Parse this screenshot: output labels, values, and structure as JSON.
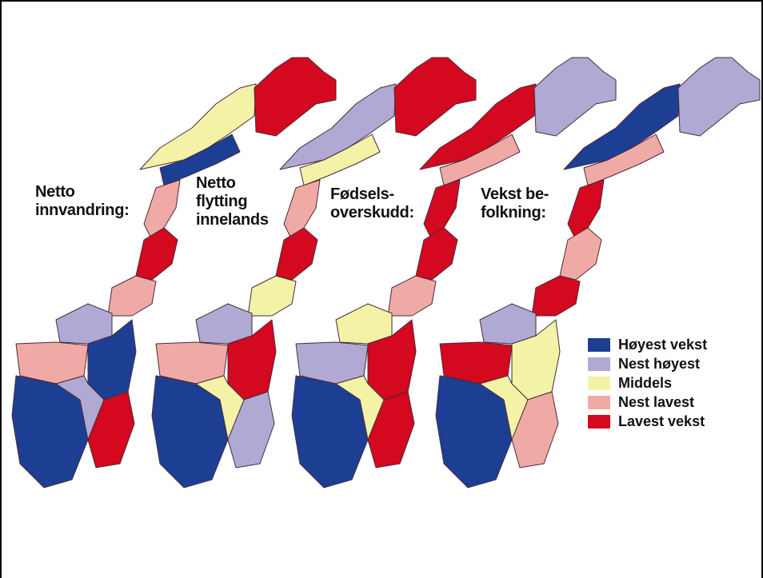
{
  "colors": {
    "highest": "#1c3f94",
    "next_highest": "#b0a9d3",
    "middle": "#f4f2a6",
    "next_lowest": "#f0aaa5",
    "lowest": "#d4081e",
    "background": "#ffffff"
  },
  "maps": [
    {
      "label": "Netto\ninnvandring:",
      "fill_pattern": [
        "middle",
        "lowest",
        "highest",
        "next_lowest",
        "lowest",
        "next_lowest",
        "next_highest",
        "highest",
        "next_lowest",
        "lowest",
        "highest",
        "next_highest"
      ]
    },
    {
      "label": "Netto\nflytting\ninnelands",
      "fill_pattern": [
        "next_highest",
        "lowest",
        "middle",
        "next_lowest",
        "lowest",
        "middle",
        "next_highest",
        "lowest",
        "next_lowest",
        "next_highest",
        "highest",
        "middle"
      ]
    },
    {
      "label": "Fødsels-\noverskudd:",
      "fill_pattern": [
        "lowest",
        "next_highest",
        "next_lowest",
        "lowest",
        "lowest",
        "next_lowest",
        "middle",
        "lowest",
        "next_highest",
        "lowest",
        "highest",
        "middle"
      ]
    },
    {
      "label": "Vekst be-\nfolkning:",
      "fill_pattern": [
        "highest",
        "next_highest",
        "next_lowest",
        "lowest",
        "next_lowest",
        "lowest",
        "next_highest",
        "middle",
        "lowest",
        "next_lowest",
        "highest",
        "middle"
      ]
    }
  ],
  "legend": [
    {
      "label": "Høyest vekst",
      "color": "#1c3f94"
    },
    {
      "label": "Nest høyest",
      "color": "#b0a9d3"
    },
    {
      "label": "Middels",
      "color": "#f4f2a6"
    },
    {
      "label": "Nest lavest",
      "color": "#f0aaa5"
    },
    {
      "label": "Lavest vekst",
      "color": "#d4081e"
    }
  ]
}
